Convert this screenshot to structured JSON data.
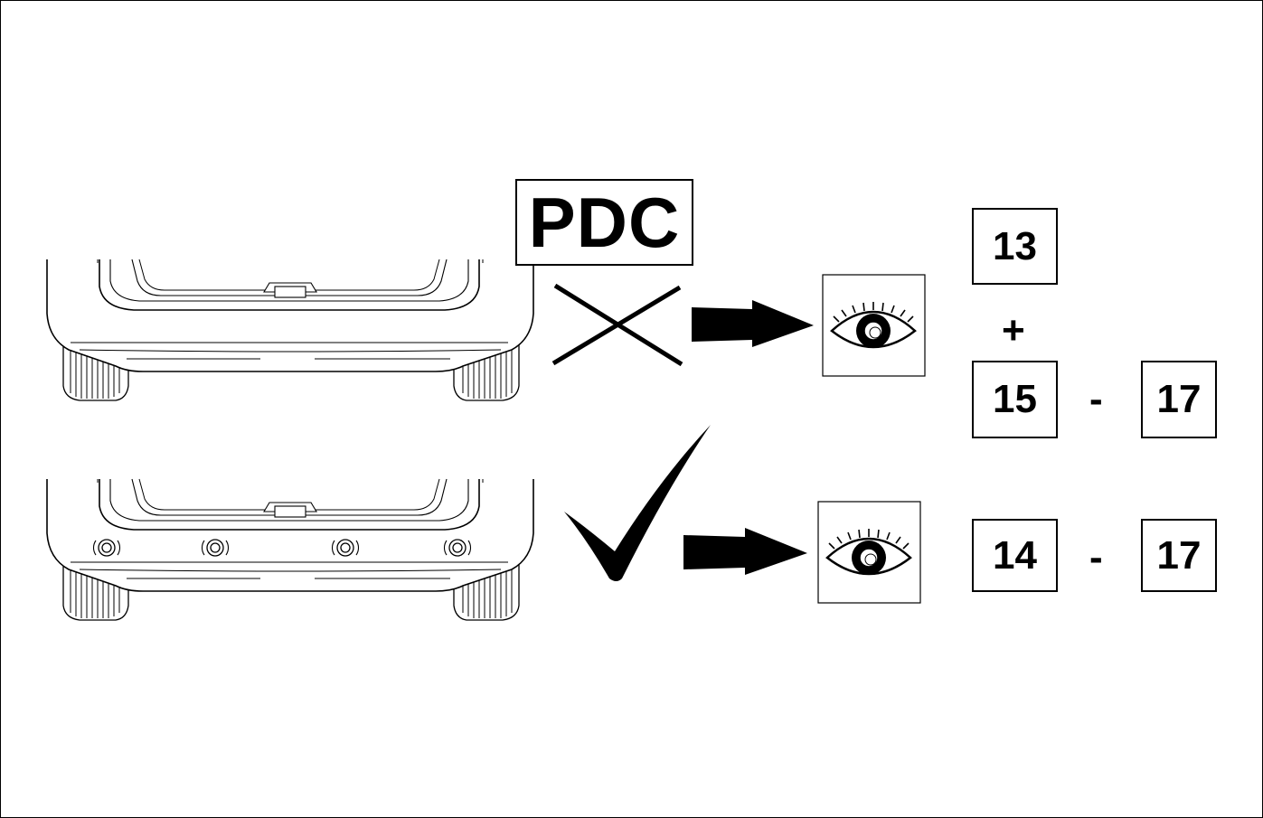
{
  "pdc_label": "PDC",
  "condition_without_pdc": {
    "symbol": "cross-mark",
    "first_step": "13",
    "operator_1": "+",
    "range_start": "15",
    "range_separator": "-",
    "range_end": "17"
  },
  "condition_with_pdc": {
    "symbol": "check-mark",
    "range_start": "14",
    "range_separator": "-",
    "range_end": "17"
  },
  "icons": [
    "car-rear-without-sensors",
    "car-rear-with-sensors",
    "cross-icon",
    "check-icon",
    "arrow-icon",
    "eye-icon"
  ],
  "colors": {
    "line": "#000000",
    "background": "#ffffff"
  }
}
